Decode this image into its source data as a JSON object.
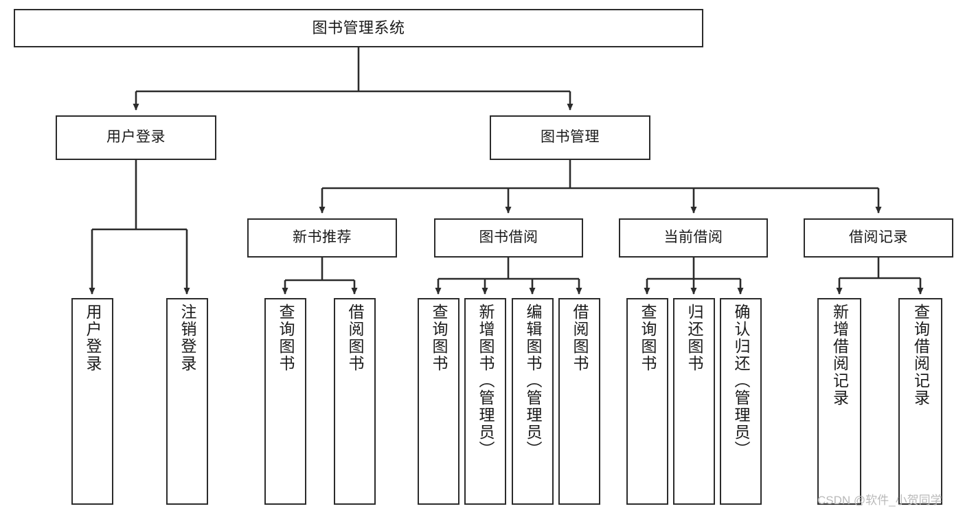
{
  "diagram": {
    "title": "图书管理系统",
    "type": "tree-hierarchy-diagram",
    "nodes": {
      "root": {
        "label": "图书管理系统"
      },
      "level2": [
        {
          "label": "用户登录"
        },
        {
          "label": "图书管理"
        }
      ],
      "level3": [
        {
          "label": "新书推荐"
        },
        {
          "label": "图书借阅"
        },
        {
          "label": "当前借阅"
        },
        {
          "label": "借阅记录"
        }
      ],
      "leaves_user_login": [
        {
          "label": "用户登录"
        },
        {
          "label": "注销登录"
        }
      ],
      "leaves_new_books": [
        {
          "label": "查询图书"
        },
        {
          "label": "借阅图书"
        }
      ],
      "leaves_borrow": [
        {
          "label": "查询图书"
        },
        {
          "label": "新增图书（管理员）"
        },
        {
          "label": "编辑图书（管理员）"
        },
        {
          "label": "借阅图书"
        }
      ],
      "leaves_current": [
        {
          "label": "查询图书"
        },
        {
          "label": "归还图书"
        },
        {
          "label": "确认归还（管理员）"
        }
      ],
      "leaves_records": [
        {
          "label": "新增借阅记录"
        },
        {
          "label": "查询借阅记录"
        }
      ]
    },
    "colors": {
      "stroke": "#2b2b2b",
      "fill": "#ffffff",
      "text": "#1a1a1a",
      "watermark": "#b9b9b9"
    }
  },
  "watermark": {
    "text": "CSDN @软件_小贺同学"
  }
}
